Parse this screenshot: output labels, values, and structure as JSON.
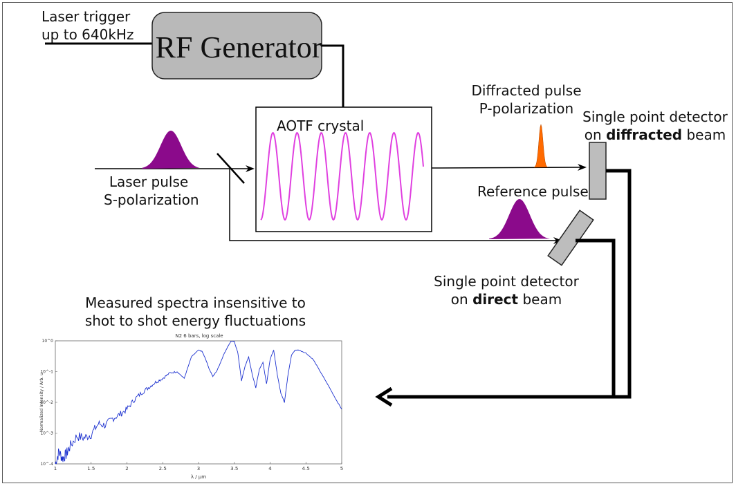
{
  "labels": {
    "laser_trigger_line1": "Laser trigger",
    "laser_trigger_line2": "up to 640kHz",
    "rf_generator": "RF Generator",
    "aotf_crystal": "AOTF crystal",
    "laser_pulse_line1": "Laser pulse",
    "laser_pulse_line2": "S-polarization",
    "diffracted_pulse_line1": "Diffracted pulse",
    "diffracted_pulse_line2": "P-polarization",
    "detector_diffracted_line1": "Single point detector",
    "detector_diffracted_prefix": "on ",
    "detector_diffracted_bold": "diffracted",
    "detector_diffracted_suffix": " beam",
    "reference_pulse": "Reference pulse",
    "detector_direct_line1": "Single point detector",
    "detector_direct_prefix": "on ",
    "detector_direct_bold": "direct",
    "detector_direct_suffix": " beam",
    "measured_line1": "Measured spectra insensitive to",
    "measured_line2": "shot to shot energy fluctuations"
  },
  "colors": {
    "pulse_purple": "#8b0a8b",
    "diffracted_orange": "#ff6a00",
    "sine_magenta": "#e040e0",
    "rf_box_fill": "#b9b9b9",
    "detector_fill": "#bdbdbd",
    "plot_line": "#1a2fcf"
  },
  "chart_data": {
    "type": "line",
    "title": "N2 6 bars, log scale",
    "xlabel": "λ / µm",
    "ylabel": "Normalized Intensity / Arb. u",
    "xlim": [
      1,
      5
    ],
    "ylim": [
      0.0001,
      1
    ],
    "yscale": "log",
    "xticks": [
      "1",
      "1.5",
      "2",
      "2.5",
      "3",
      "3.5",
      "4",
      "4.5",
      "5"
    ],
    "yticks": [
      "10^-4",
      "10^-3",
      "10^-2",
      "10^-1",
      "10^0"
    ],
    "series": [
      {
        "x": [
          1.0,
          1.05,
          1.1,
          1.15,
          1.2,
          1.3,
          1.4,
          1.5,
          1.6,
          1.7,
          1.8,
          1.9,
          2.0,
          2.1,
          2.2,
          2.3,
          2.4,
          2.5,
          2.6,
          2.7,
          2.8,
          2.9,
          3.0,
          3.05,
          3.1,
          3.15,
          3.2,
          3.25,
          3.3,
          3.35,
          3.4,
          3.45,
          3.5,
          3.55,
          3.6,
          3.65,
          3.7,
          3.75,
          3.8,
          3.85,
          3.9,
          3.95,
          4.0,
          4.05,
          4.1,
          4.15,
          4.2,
          4.25,
          4.3,
          4.35,
          4.4,
          4.5,
          4.6,
          4.7,
          4.8,
          4.9,
          5.0
        ],
        "y": [
          0.0001,
          0.00025,
          0.00015,
          0.0002,
          0.00035,
          0.0008,
          0.0007,
          0.0009,
          0.002,
          0.0018,
          0.003,
          0.004,
          0.006,
          0.012,
          0.02,
          0.03,
          0.045,
          0.06,
          0.09,
          0.1,
          0.06,
          0.3,
          0.5,
          0.45,
          0.25,
          0.12,
          0.07,
          0.1,
          0.18,
          0.35,
          0.6,
          0.95,
          0.95,
          0.4,
          0.05,
          0.15,
          0.3,
          0.08,
          0.03,
          0.12,
          0.2,
          0.04,
          0.25,
          0.5,
          0.08,
          0.02,
          0.01,
          0.08,
          0.35,
          0.5,
          0.5,
          0.4,
          0.25,
          0.1,
          0.04,
          0.015,
          0.006
        ]
      }
    ]
  }
}
